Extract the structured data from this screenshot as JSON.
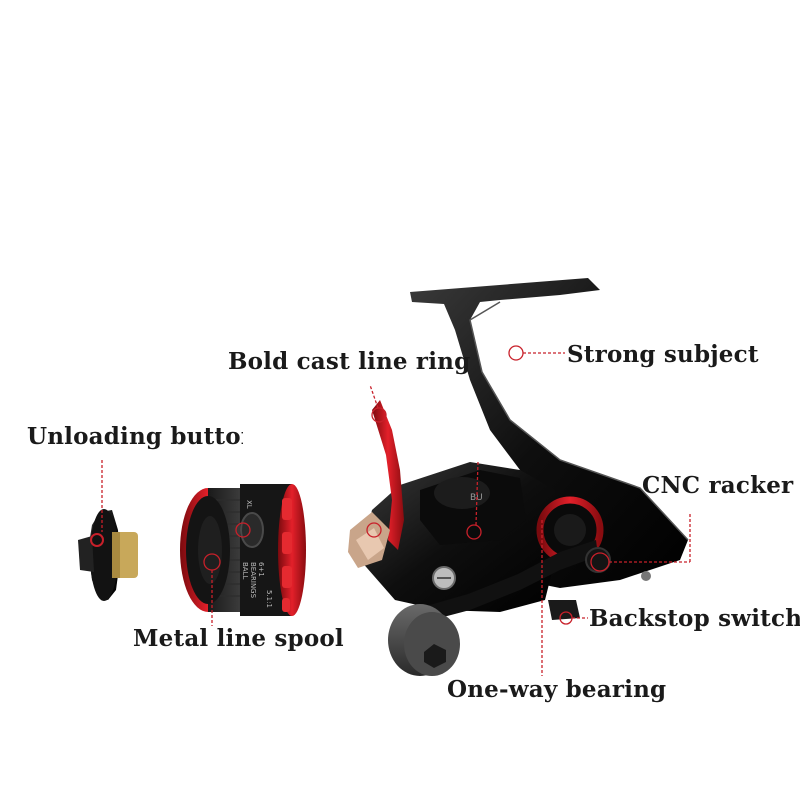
{
  "labels": {
    "bold_cast_line_ring": "Bold cast line ring",
    "strong_subject": "Strong subject",
    "unloading_button": "Unloading button",
    "cnc_racker": "CNC racker",
    "backstop_switch": "Backstop switch",
    "metal_line_spool": "Metal line spool",
    "one_way_bearing": "One-way bearing"
  },
  "spool_print": {
    "line1": "BALL",
    "line2": "BEARINGS",
    "line3": "6+1",
    "line4": "5.1:1"
  },
  "colors": {
    "background": "#ffffff",
    "reel_body": "#111111",
    "accent_red": "#d0141b",
    "leader_line": "#c8202a",
    "label_text": "#1a1a1a"
  }
}
